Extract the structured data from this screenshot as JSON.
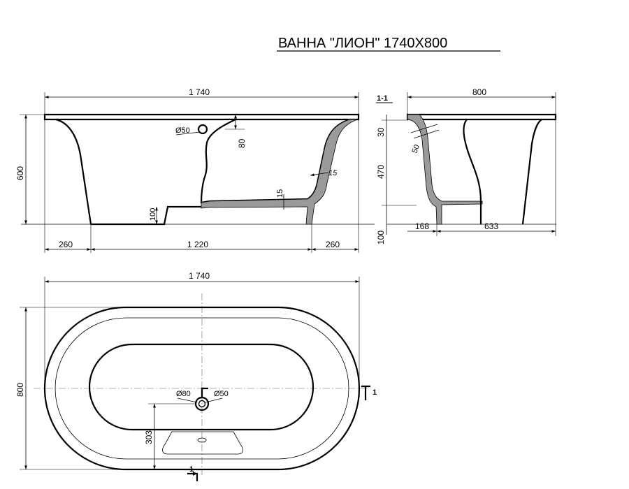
{
  "title": "ВАННА \"ЛИОН\"  1740Х800",
  "section_label": "1-1",
  "section_marker": "1",
  "front_view": {
    "overall_length": "1 740",
    "height": "600",
    "overflow_height": "80",
    "drain_diameter": "Ø50",
    "wall_thickness": "15",
    "bottom_thickness": "15",
    "step_height": "100",
    "left_offset": "260",
    "center_length": "1 220",
    "right_offset": "260"
  },
  "section_view": {
    "overall_width": "800",
    "rim_height": "30",
    "depth": "470",
    "drain_diameter": "50",
    "base_height": "100",
    "left_offset": "168",
    "right_offset": "633"
  },
  "plan_view": {
    "overall_length": "1 740",
    "width": "800",
    "drain_outer": "Ø80",
    "drain_inner": "Ø50",
    "drain_offset": "303"
  }
}
